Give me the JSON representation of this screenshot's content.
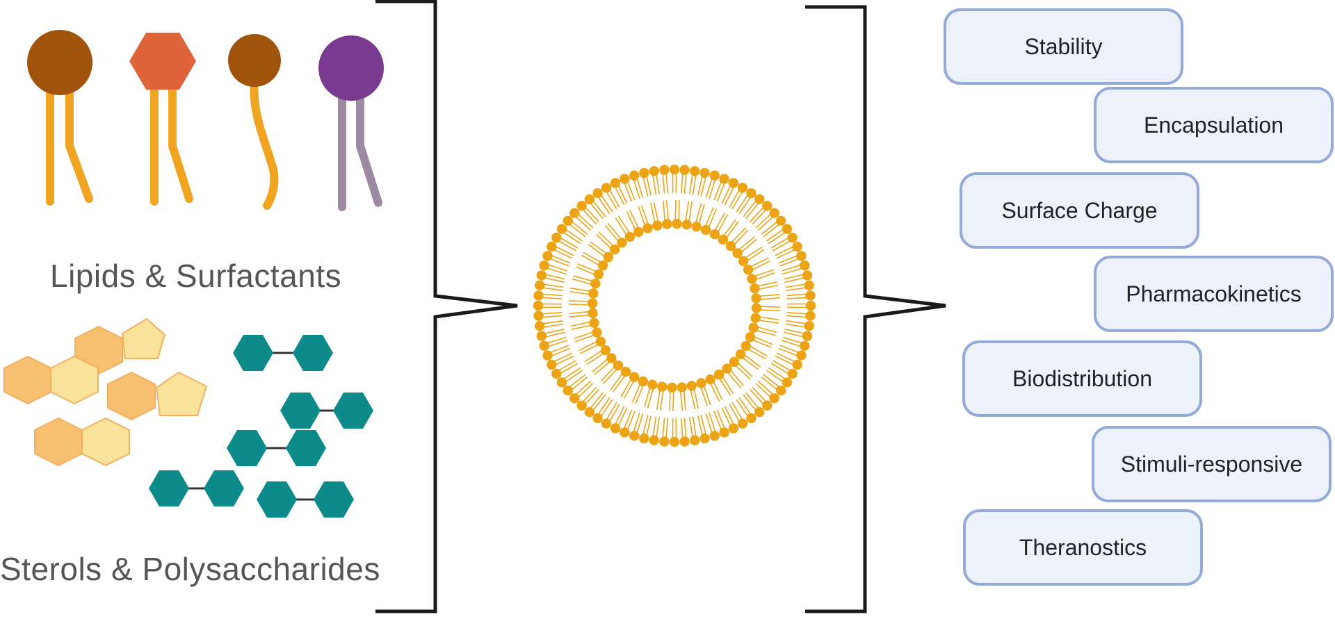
{
  "labels": {
    "lipids": "Lipids & Surfactants",
    "sterols": "Sterols & Polysaccharides"
  },
  "properties": [
    "Stability",
    "Encapsulation",
    "Surface Charge",
    "Pharmacokinetics",
    "Biodistribution",
    "Stimuli-responsive",
    "Theranostics"
  ],
  "colors": {
    "brown_head": "#a0530a",
    "orange_head": "#e0643a",
    "purple_head": "#7a3a8f",
    "lipid_tail": "#f0a420",
    "gray_tail": "#9c8aa3",
    "sterol_dark": "#f7c070",
    "sterol_light": "#f9e29a",
    "polysaccharide": "#0d8a8a",
    "liposome": "#eda414",
    "bracket": "#1a1a1a",
    "box_fill": "#ecf1fa",
    "box_border": "#94abd9"
  }
}
